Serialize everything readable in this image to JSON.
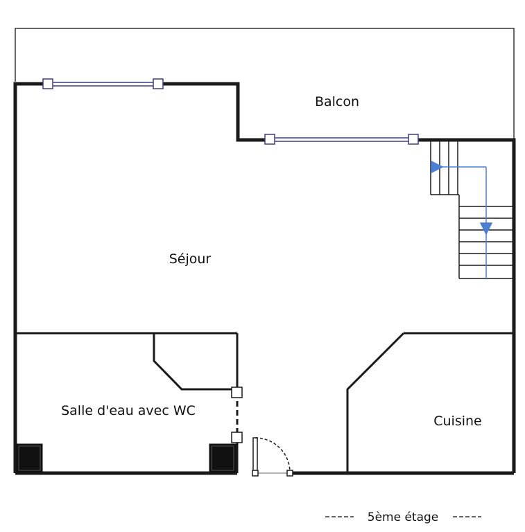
{
  "rooms": {
    "balcony": "Balcon",
    "living": "Séjour",
    "bathroom": "Salle d'eau avec WC",
    "kitchen": "Cuisine"
  },
  "floor": {
    "label": "5ème étage"
  },
  "colors": {
    "wall": "#1a1a1a",
    "window": "#3a3a8a",
    "stair_arrow": "#4a7fd4",
    "thin_line": "#333333"
  }
}
